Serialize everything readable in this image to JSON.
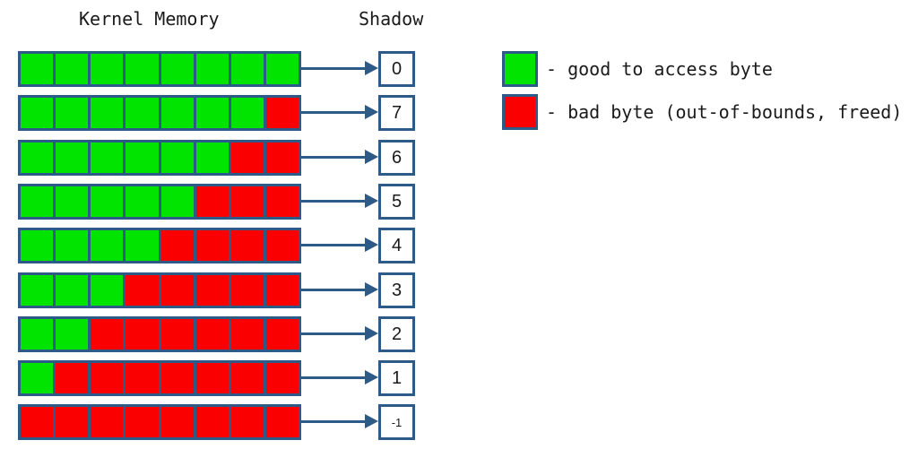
{
  "header": {
    "kernel_memory_label": "Kernel Memory",
    "shadow_label": "Shadow"
  },
  "colors": {
    "good_byte": "#00e400",
    "bad_byte": "#fb0000",
    "outline": "#2e5a87",
    "text": "#1a1a1a"
  },
  "bytes_per_row": 8,
  "rows": [
    {
      "good_bytes": 8,
      "bad_bytes": 0,
      "shadow_value": "0"
    },
    {
      "good_bytes": 7,
      "bad_bytes": 1,
      "shadow_value": "7"
    },
    {
      "good_bytes": 6,
      "bad_bytes": 2,
      "shadow_value": "6"
    },
    {
      "good_bytes": 5,
      "bad_bytes": 3,
      "shadow_value": "5"
    },
    {
      "good_bytes": 4,
      "bad_bytes": 4,
      "shadow_value": "4"
    },
    {
      "good_bytes": 3,
      "bad_bytes": 5,
      "shadow_value": "3"
    },
    {
      "good_bytes": 2,
      "bad_bytes": 6,
      "shadow_value": "2"
    },
    {
      "good_bytes": 1,
      "bad_bytes": 7,
      "shadow_value": "1"
    },
    {
      "good_bytes": 0,
      "bad_bytes": 8,
      "shadow_value": "-1"
    }
  ],
  "legend": {
    "items": [
      {
        "swatch": "good",
        "label": "- good to access byte"
      },
      {
        "swatch": "bad",
        "label": "- bad byte (out-of-bounds, freed)"
      }
    ]
  }
}
